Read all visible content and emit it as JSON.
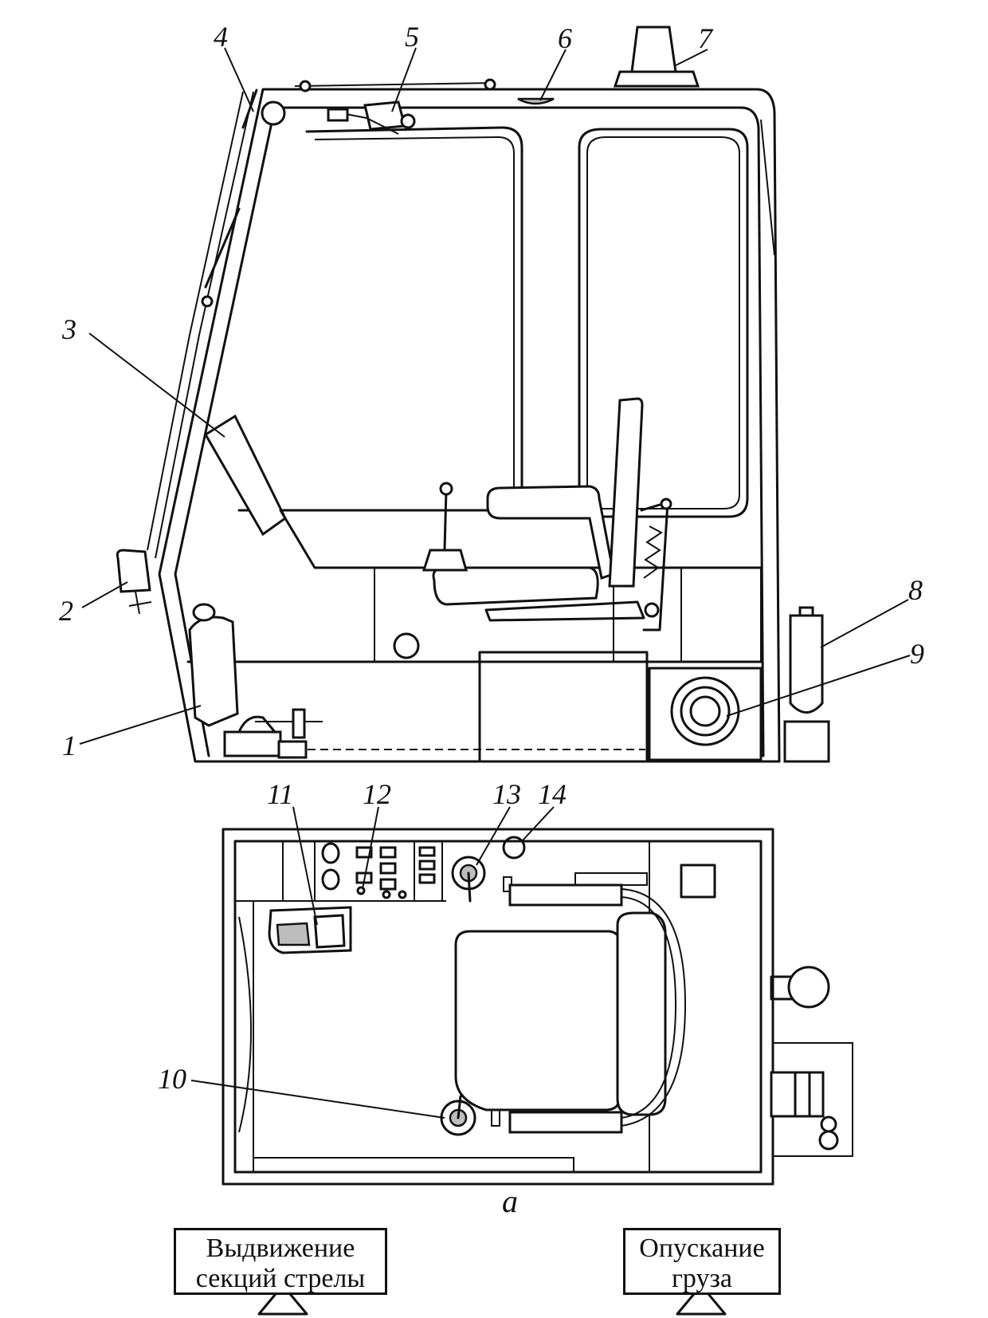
{
  "callouts": [
    "1",
    "2",
    "3",
    "4",
    "5",
    "6",
    "7",
    "8",
    "9",
    "10",
    "11",
    "12",
    "13",
    "14"
  ],
  "caption": "а",
  "labels": {
    "left": {
      "line1": "Выдвижение",
      "line2": "секций стрелы"
    },
    "right": {
      "line1": "Опускание",
      "line2": "груза"
    }
  }
}
